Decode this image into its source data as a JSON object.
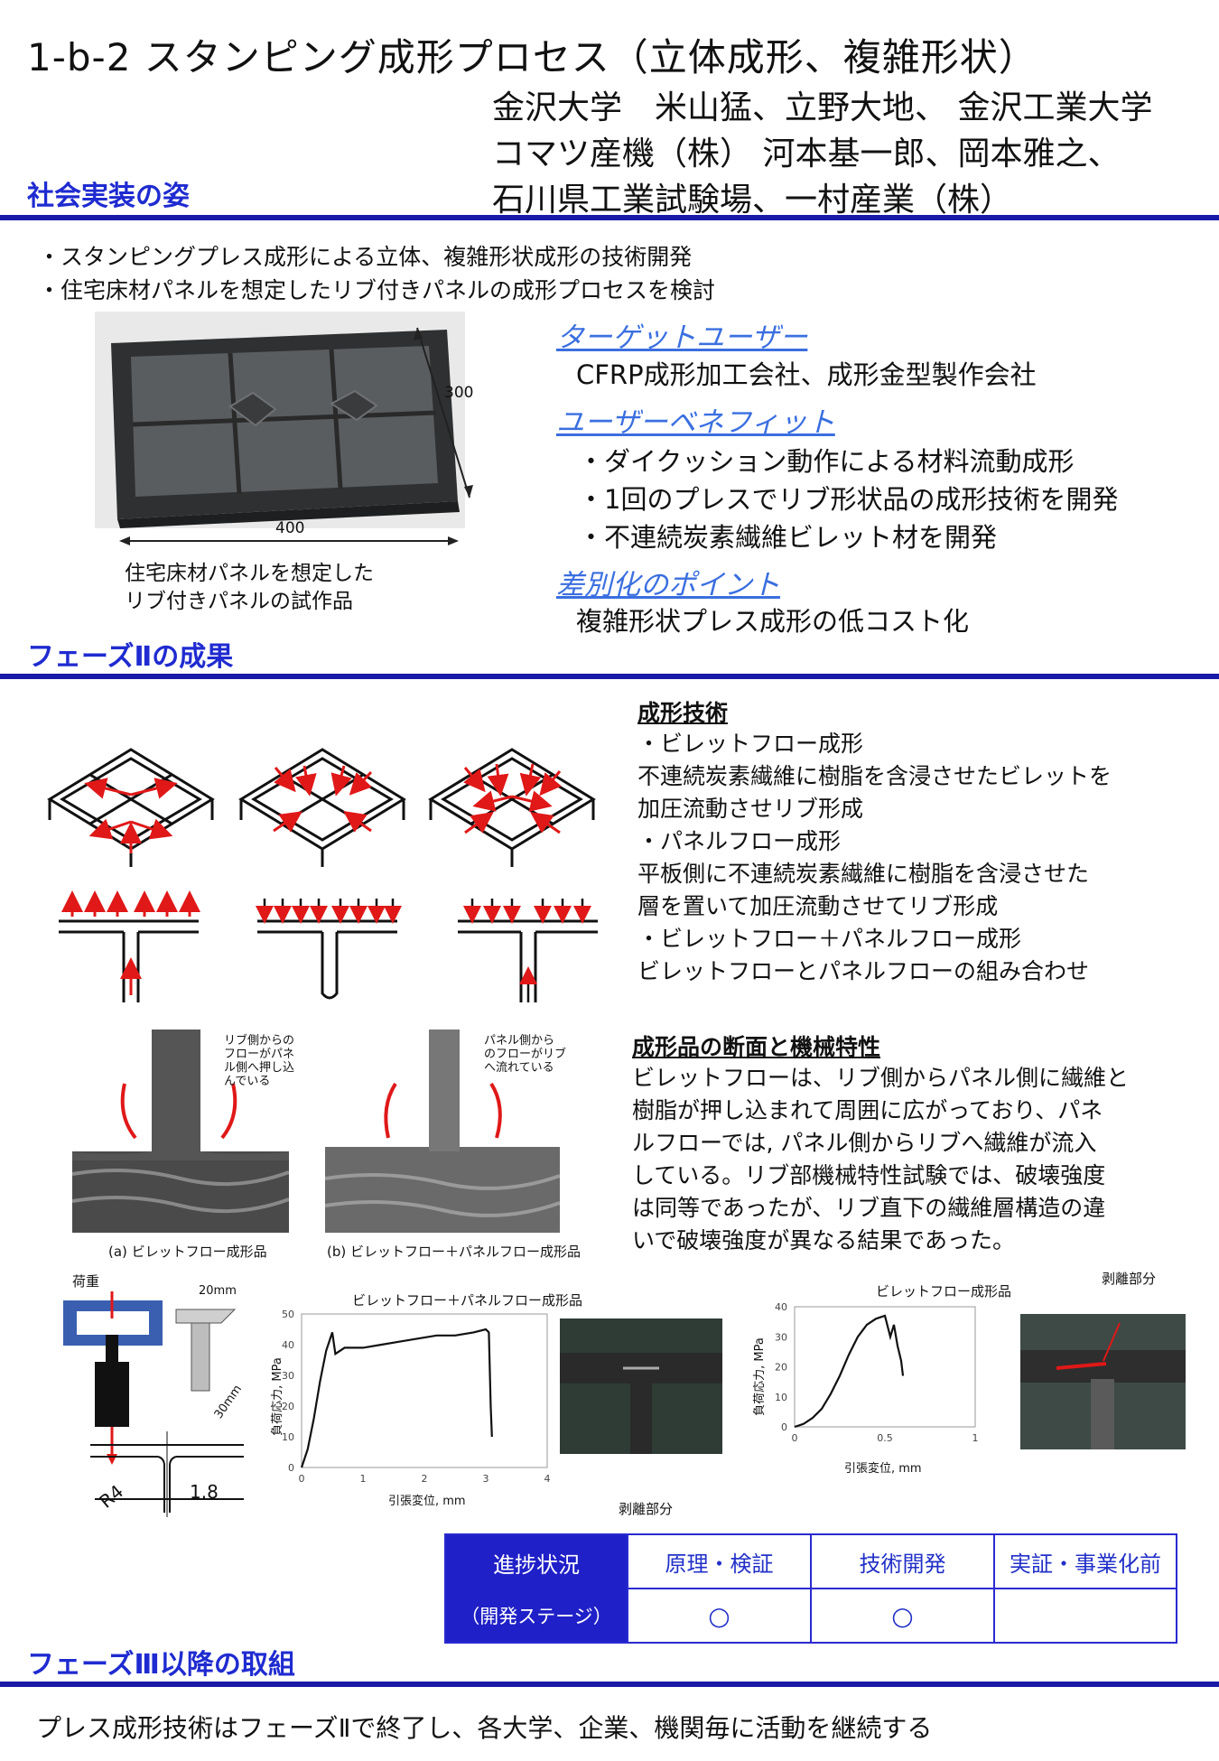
{
  "header": {
    "title": "1-b-2 スタンピング成形プロセス（立体成形、複雑形状）",
    "authors": [
      "金沢大学　米山猛、立野大地、 金沢工業大学",
      "コマツ産機（株） 河本基一郎、岡本雅之、",
      "石川県工業試験場、一村産業（株）"
    ]
  },
  "sections": {
    "social": "社会実装の姿",
    "phase2": "フェーズⅡの成果",
    "phase3": "フェーズⅢ以降の取組"
  },
  "intro_bullets": [
    "・スタンピングプレス成形による立体、複雑形状成形の技術開発",
    "・住宅床材パネルを想定したリブ付きパネルの成形プロセスを検討"
  ],
  "prototype": {
    "dim_width": "400",
    "dim_depth": "300",
    "caption": [
      "住宅床材パネルを想定した",
      "リブ付きパネルの試作品"
    ]
  },
  "target_user": {
    "heading": "ターゲットユーザー",
    "text": "CFRP成形加工会社、成形金型製作会社"
  },
  "user_benefit": {
    "heading": "ユーザーベネフィット",
    "items": [
      "・ダイクッション動作による材料流動成形",
      "・1回のプレスでリブ形状品の成形技術を開発",
      "・不連続炭素繊維ビレット材を開発"
    ]
  },
  "differentiation": {
    "heading": "差別化のポイント",
    "text": "複雑形状プレス成形の低コスト化"
  },
  "forming_tech": {
    "heading": "成形技術",
    "lines": [
      "・ビレットフロー成形",
      "不連続炭素繊維に樹脂を含浸させたビレットを",
      "加圧流動させリブ形成",
      "・パネルフロー成形",
      "平板側に不連続炭素繊維に樹脂を含浸させた",
      "層を置いて加圧流動させてリブ形成",
      "・ビレットフロー＋パネルフロー成形",
      "ビレットフローとパネルフローの組み合わせ"
    ]
  },
  "cross_section": {
    "heading": "成形品の断面と機械特性",
    "lines": [
      "ビレットフローは、リブ側からパネル側に繊維と",
      "樹脂が押し込まれて周囲に広がっており、パネ",
      "ルフローでは, パネル側からリブへ繊維が流入",
      "している。リブ部機械特性試験では、破壊強度",
      "は同等であったが、リブ直下の繊維層構造の違",
      "いで破壊強度が異なる結果であった。"
    ]
  },
  "micrographs": {
    "note_a": [
      "リブ側からの",
      "フローがパネ",
      "ル側へ押し込",
      "んでいる"
    ],
    "note_b": [
      "パネル側から",
      "のフローがリブ",
      "へ流れている"
    ],
    "caption_a": "(a) ビレットフロー成形品",
    "caption_b": "(b) ビレットフロー＋パネルフロー成形品"
  },
  "test_setup": {
    "load": "荷重",
    "w": "20mm",
    "h": "30mm",
    "radius": "R4",
    "thickness": "1.8"
  },
  "chart_data": [
    {
      "type": "line",
      "title": "ビレットフロー＋パネルフロー成形品",
      "xlabel": "引張変位, mm",
      "ylabel": "負荷応力, MPa",
      "xlim": [
        0,
        4
      ],
      "ylim": [
        0,
        50
      ],
      "xticks": [
        "0",
        "1",
        "2",
        "3",
        "4"
      ],
      "yticks": [
        "0",
        "10",
        "20",
        "30",
        "40",
        "50"
      ],
      "x": [
        0,
        0.1,
        0.2,
        0.3,
        0.4,
        0.5,
        0.55,
        0.7,
        1.0,
        1.3,
        1.6,
        1.9,
        2.2,
        2.5,
        2.8,
        3.0,
        3.05,
        3.08,
        3.1
      ],
      "y": [
        0,
        6,
        16,
        28,
        38,
        44,
        37,
        39,
        39,
        40,
        41,
        42,
        43,
        43,
        44,
        45,
        44,
        20,
        10
      ]
    },
    {
      "type": "line",
      "title": "ビレットフロー成形品",
      "xlabel": "引張変位, mm",
      "ylabel": "負荷応力, MPa",
      "xlim": [
        0,
        1
      ],
      "ylim": [
        0,
        40
      ],
      "xticks": [
        "0",
        "0.5",
        "1"
      ],
      "yticks": [
        "0",
        "10",
        "20",
        "30",
        "40"
      ],
      "x": [
        0,
        0.05,
        0.1,
        0.15,
        0.2,
        0.25,
        0.3,
        0.35,
        0.4,
        0.45,
        0.5,
        0.53,
        0.55,
        0.57,
        0.59,
        0.6
      ],
      "y": [
        0,
        1,
        3,
        6,
        11,
        17,
        24,
        30,
        34,
        36,
        37,
        30,
        34,
        27,
        22,
        17
      ]
    }
  ],
  "delamination": {
    "label_top": "剥離部分",
    "label_bottom": "剥離部分"
  },
  "progress": {
    "header_top": "進捗状況",
    "header_bottom": "（開発ステージ）",
    "stages": [
      "原理・検証",
      "技術開発",
      "実証・事業化前"
    ],
    "marks": [
      "○",
      "○",
      ""
    ]
  },
  "footer_text": "プレス成形技術はフェーズⅡで終了し、各大学、企業、機関毎に活動を継続する"
}
